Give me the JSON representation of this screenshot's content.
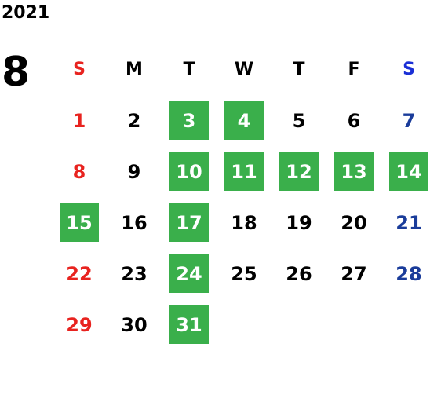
{
  "calendar": {
    "year": "2021",
    "month": "8",
    "weekdays": [
      "S",
      "M",
      "T",
      "W",
      "T",
      "F",
      "S"
    ],
    "highlight_color": "#3aaf4b",
    "sunday_color": "#e8231f",
    "saturday_color": "#1a3c9a",
    "weeks": [
      [
        {
          "day": "1",
          "hl": false
        },
        {
          "day": "2",
          "hl": false
        },
        {
          "day": "3",
          "hl": true
        },
        {
          "day": "4",
          "hl": true
        },
        {
          "day": "5",
          "hl": false
        },
        {
          "day": "6",
          "hl": false
        },
        {
          "day": "7",
          "hl": false
        }
      ],
      [
        {
          "day": "8",
          "hl": false
        },
        {
          "day": "9",
          "hl": false
        },
        {
          "day": "10",
          "hl": true
        },
        {
          "day": "11",
          "hl": true
        },
        {
          "day": "12",
          "hl": true
        },
        {
          "day": "13",
          "hl": true
        },
        {
          "day": "14",
          "hl": true
        }
      ],
      [
        {
          "day": "15",
          "hl": true
        },
        {
          "day": "16",
          "hl": false
        },
        {
          "day": "17",
          "hl": true
        },
        {
          "day": "18",
          "hl": false
        },
        {
          "day": "19",
          "hl": false
        },
        {
          "day": "20",
          "hl": false
        },
        {
          "day": "21",
          "hl": false
        }
      ],
      [
        {
          "day": "22",
          "hl": false
        },
        {
          "day": "23",
          "hl": false
        },
        {
          "day": "24",
          "hl": true
        },
        {
          "day": "25",
          "hl": false
        },
        {
          "day": "26",
          "hl": false
        },
        {
          "day": "27",
          "hl": false
        },
        {
          "day": "28",
          "hl": false
        }
      ],
      [
        {
          "day": "29",
          "hl": false
        },
        {
          "day": "30",
          "hl": false
        },
        {
          "day": "31",
          "hl": true
        },
        {
          "day": "",
          "hl": false
        },
        {
          "day": "",
          "hl": false
        },
        {
          "day": "",
          "hl": false
        },
        {
          "day": "",
          "hl": false
        }
      ]
    ]
  }
}
